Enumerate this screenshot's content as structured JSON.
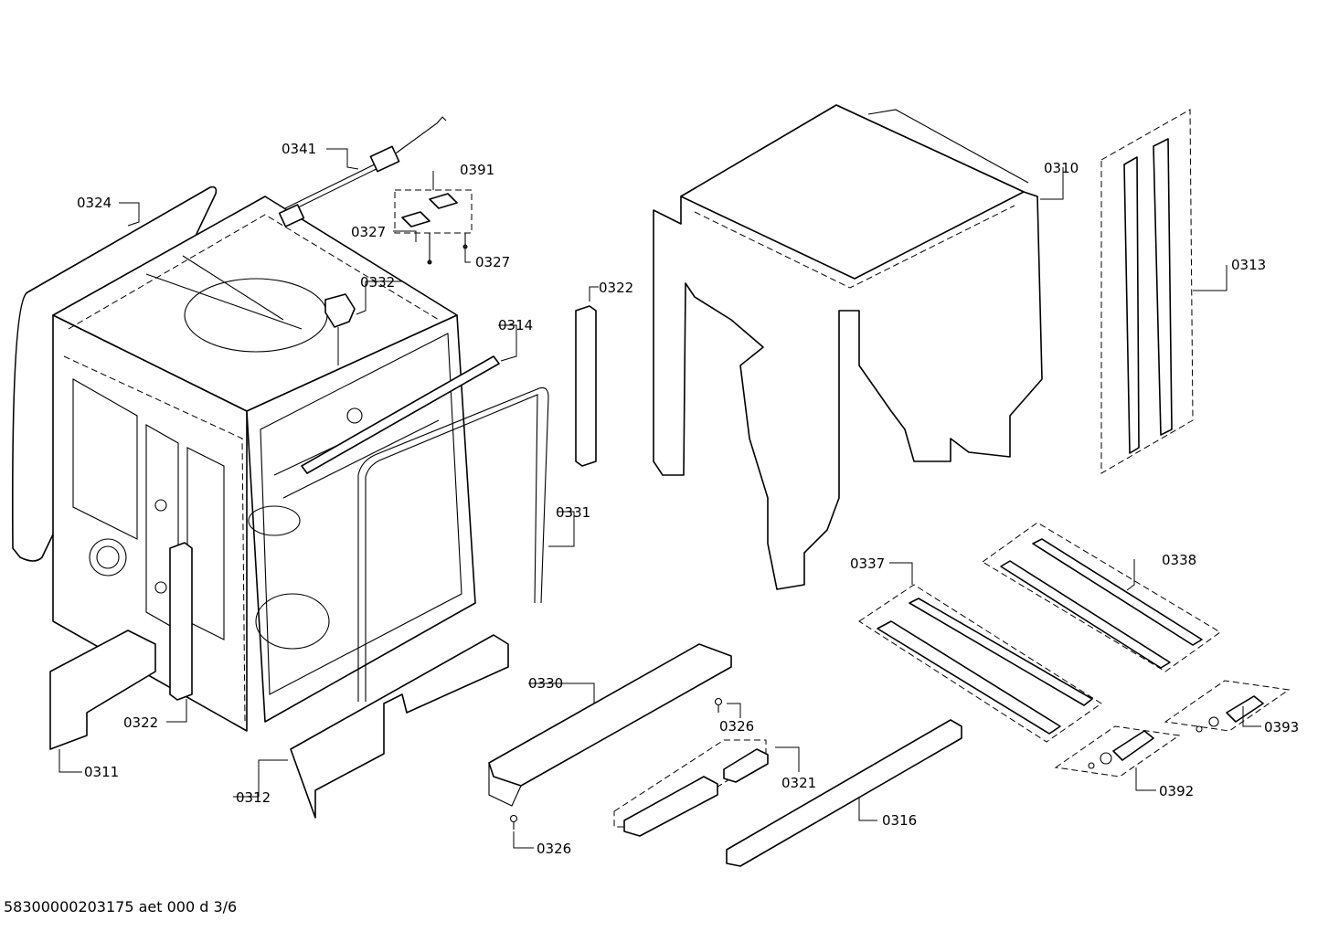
{
  "labels": {
    "p0341": "0341",
    "p0391": "0391",
    "p0324": "0324",
    "p0327a": "0327",
    "p0327b": "0327",
    "p0332": "0332",
    "p0314": "0314",
    "p0322a": "0322",
    "p0322b": "0322",
    "p0310": "0310",
    "p0313": "0313",
    "p0331": "0331",
    "p0337": "0337",
    "p0338": "0338",
    "p0330": "0330",
    "p0326a": "0326",
    "p0326b": "0326",
    "p0321": "0321",
    "p0311": "0311",
    "p0312": "0312",
    "p0316": "0316",
    "p0393": "0393",
    "p0392": "0392"
  },
  "footer": "58300000203175 aet 000 d 3/6"
}
